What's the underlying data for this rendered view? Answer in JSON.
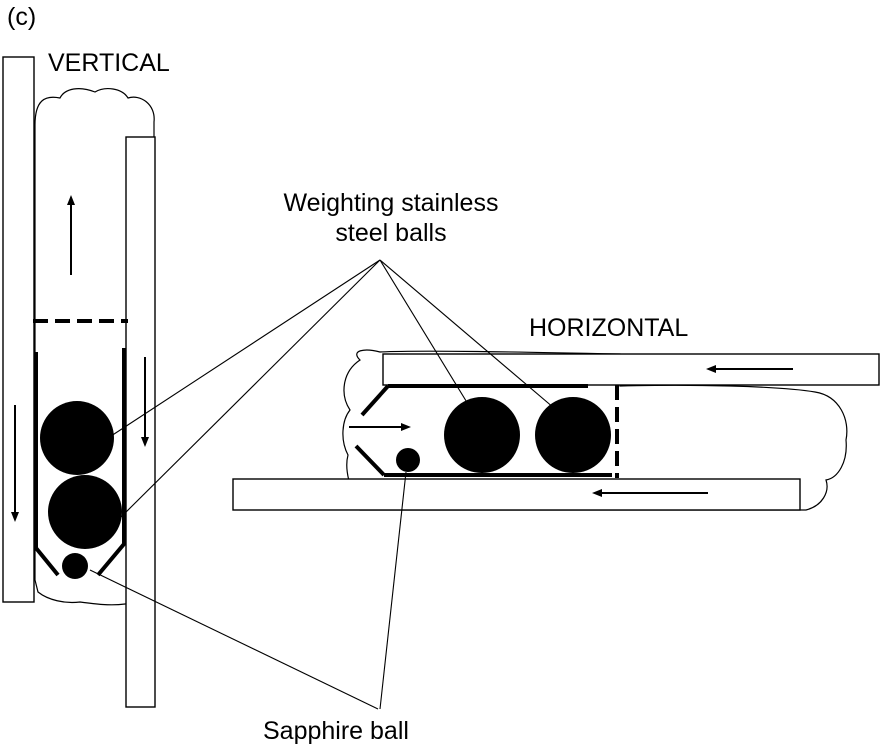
{
  "figure": {
    "panel_label": "(c)",
    "vertical_label": "VERTICAL",
    "horizontal_label": "HORIZONTAL",
    "steel_balls_label_line1": "Weighting stainless",
    "steel_balls_label_line2": "steel balls",
    "sapphire_label": "Sapphire ball"
  },
  "colors": {
    "ink": "#000000",
    "background": "#ffffff"
  }
}
